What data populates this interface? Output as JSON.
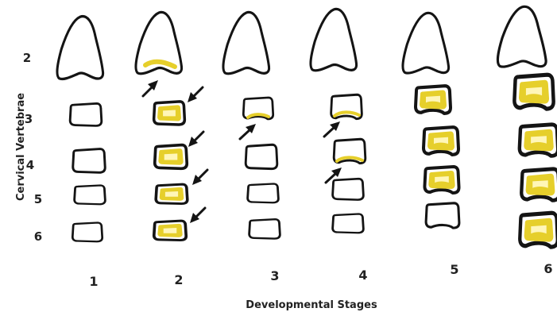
{
  "diagram": {
    "y_axis_title": "Cervical Vertebrae",
    "x_axis_title": "Developmental Stages",
    "vertebra_labels": [
      "2",
      "3",
      "4",
      "5",
      "6"
    ],
    "stage_labels": [
      "1",
      "2",
      "3",
      "4",
      "5",
      "6"
    ],
    "colors": {
      "outline": "#141414",
      "ossification_fill": "#e6cf2b",
      "ossification_highlight": "#fff6b8",
      "background": "#ffffff"
    }
  }
}
